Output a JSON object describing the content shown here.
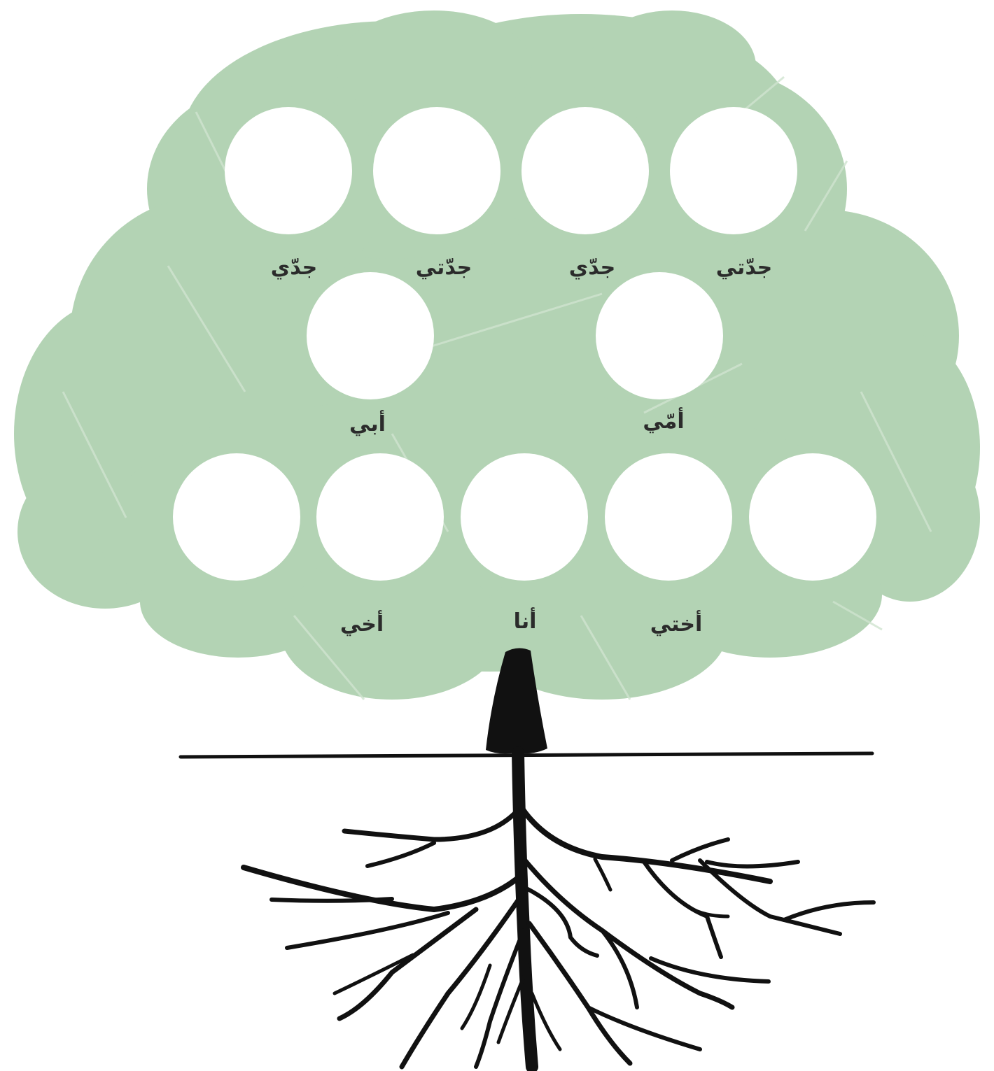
{
  "colors": {
    "canopy": "#b3d3b4",
    "canopy_streak": "#cfe4cf",
    "photo_slot": "#ffffff",
    "trunk": "#111111",
    "label": "#2b2b2b"
  },
  "grandparents": {
    "slot_1_label": "جدّي",
    "slot_2_label": "جدّتي",
    "slot_3_label": "جدّي",
    "slot_4_label": "جدّتي"
  },
  "parents": {
    "father_label": "أبي",
    "mother_label": "أمّي"
  },
  "siblings": {
    "brother_label": "أخي",
    "me_label": "أنا",
    "sister_label": "أختي"
  }
}
